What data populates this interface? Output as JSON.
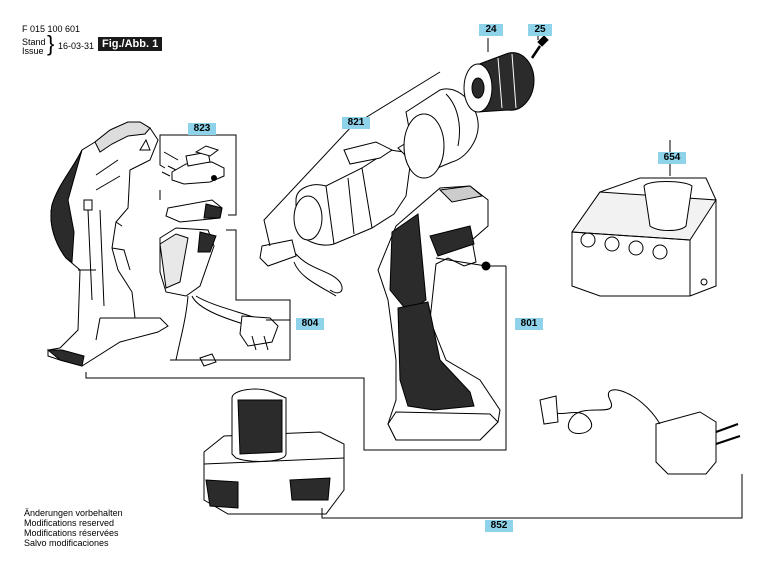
{
  "header": {
    "part_number": "F 015 100 601",
    "stand": "Stand",
    "issue": "Issue",
    "date": "16-03-31",
    "figure": "Fig./Abb. 1"
  },
  "parts": [
    {
      "id": "p24",
      "label": "24",
      "name": "drill-chuck"
    },
    {
      "id": "p25",
      "label": "25",
      "name": "chuck-screw"
    },
    {
      "id": "p821",
      "label": "821",
      "name": "motor-gearbox"
    },
    {
      "id": "p823",
      "label": "823",
      "name": "switch-parts"
    },
    {
      "id": "p654",
      "label": "654",
      "name": "charger-base"
    },
    {
      "id": "p801",
      "label": "801",
      "name": "housing-set"
    },
    {
      "id": "p804",
      "label": "804",
      "name": "switch-assembly"
    },
    {
      "id": "p852",
      "label": "852",
      "name": "battery-and-adapter"
    }
  ],
  "footer": {
    "line1": "Änderungen vorbehalten",
    "line2": "Modifications reserved",
    "line3": "Modifications réservées",
    "line4": "Salvo modificaciones"
  },
  "colors": {
    "label_bg": "#8ed3ea",
    "figure_bg": "#1a1a1a",
    "line": "#000000",
    "grip": "#2b2b2b"
  }
}
